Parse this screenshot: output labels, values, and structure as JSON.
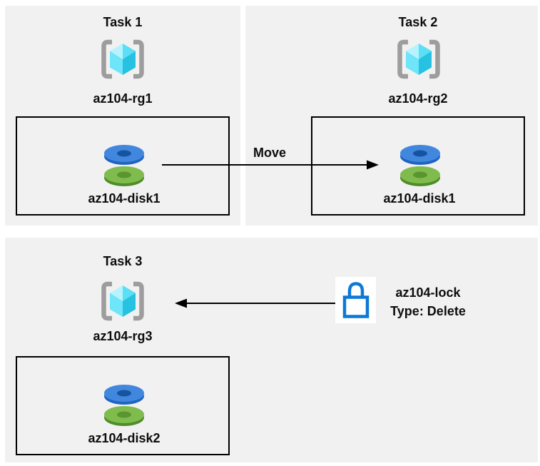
{
  "page": {
    "background": "#ffffff",
    "panel_background": "#f1f1f1",
    "box_border_color": "#000000",
    "text_color": "#0d0d0d"
  },
  "tasks": [
    {
      "title": "Task 1",
      "resource_group": "az104-rg1",
      "disk": "az104-disk1"
    },
    {
      "title": "Task 2",
      "resource_group": "az104-rg2",
      "disk": "az104-disk1"
    },
    {
      "title": "Task 3",
      "resource_group": "az104-rg3",
      "disk": "az104-disk2"
    }
  ],
  "arrows": {
    "move_label": "Move",
    "color": "#000000"
  },
  "lock": {
    "name": "az104-lock",
    "type_label": "Type: Delete",
    "icon_color": "#0b79d6"
  },
  "icons": {
    "resource_group": {
      "name": "resource-group-icon",
      "bracket_color": "#9d9d9d",
      "cube_top_left": "#b6f3ff",
      "cube_top_right": "#5adff5",
      "cube_left": "#6ee5f8",
      "cube_right": "#27c1e1"
    },
    "disk": {
      "name": "disk-icon",
      "blue_top": "#4287de",
      "blue_side": "#1f64c2",
      "blue_hole": "#17549f",
      "green_top": "#7fbb4d",
      "green_side": "#4f8c2a",
      "green_hole": "#5a9530"
    }
  }
}
